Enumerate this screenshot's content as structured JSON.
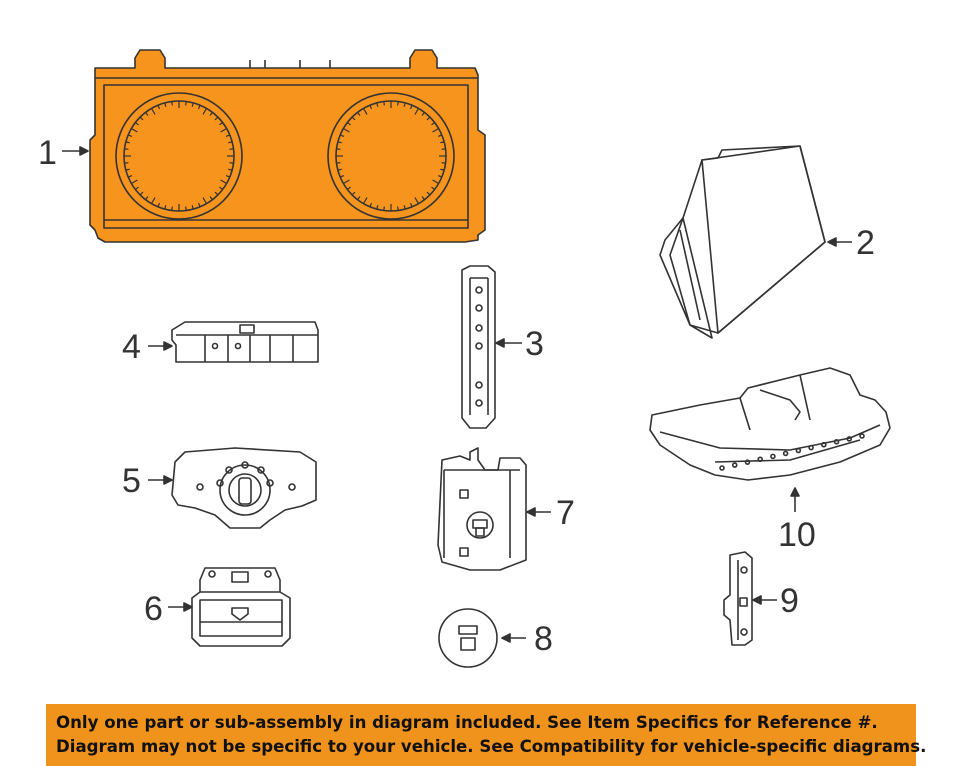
{
  "callouts": {
    "c1": "1",
    "c2": "2",
    "c3": "3",
    "c4": "4",
    "c5": "5",
    "c6": "6",
    "c7": "7",
    "c8": "8",
    "c9": "9",
    "c10": "10"
  },
  "banner": {
    "line1": "Only one part or sub-assembly in diagram included. See Item Specifics for Reference #.",
    "line2": "Diagram may not be specific to your vehicle. See Compatibility for vehicle-specific diagrams."
  },
  "colors": {
    "highlight": "#f7941d",
    "outline": "#333333",
    "banner": "#f0931d"
  }
}
